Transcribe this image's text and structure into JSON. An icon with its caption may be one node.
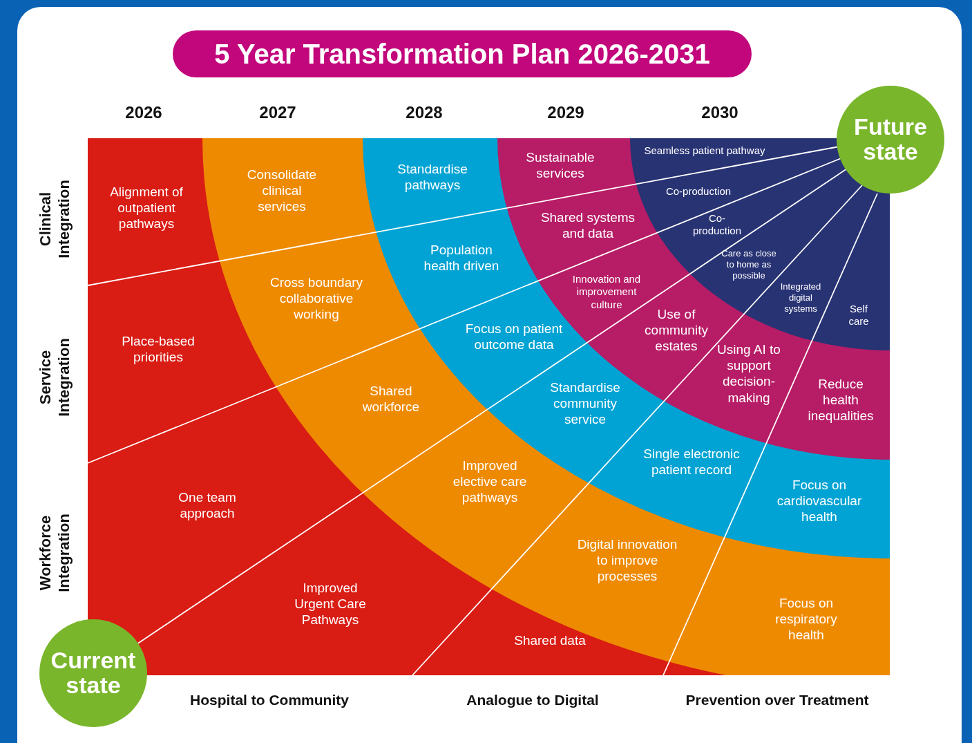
{
  "diagram": {
    "title": "5 Year Transformation Plan 2026-2031",
    "nodes": [
      {
        "text": [
          "Future state"
        ]
      },
      {
        "text": [
          "Current state"
        ]
      }
    ],
    "edges": [
      {
        "from": 0,
        "to": 1,
        "arrow": "none"
      }
    ],
    "labels": [
      "2026",
      "2027",
      "2028",
      "2029",
      "2030",
      "Clinical Integration",
      "Service Integration",
      "Workforce Integration",
      "Alignment of outpatient pathways",
      "Consolidate clinical services",
      "Standardise pathways",
      "Sustainable services",
      "Seamless patient pathway",
      "Co-production",
      "Shared systems and data",
      "Co-production",
      "Population health driven",
      "Care as close to home as possible",
      "Cross boundary collaborative working",
      "Innovation and improvement culture",
      "Integrated digital systems",
      "Self care",
      "Use of community estates",
      "Focus on patient outcome data",
      "Place-based priorities",
      "Using AI to support decision-making",
      "Shared workforce",
      "Standardise community service",
      "Reduce health inequalities",
      "Single electronic patient record",
      "Improved elective care pathways",
      "Focus on cardiovascular health",
      "One team approach",
      "Digital innovation to improve processes",
      "Improved Urgent Care Pathways",
      "Focus on respiratory health",
      "Shared data",
      "Hospital to Community",
      "Analogue to Digital",
      "Prevention over Treatment"
    ]
  }
}
